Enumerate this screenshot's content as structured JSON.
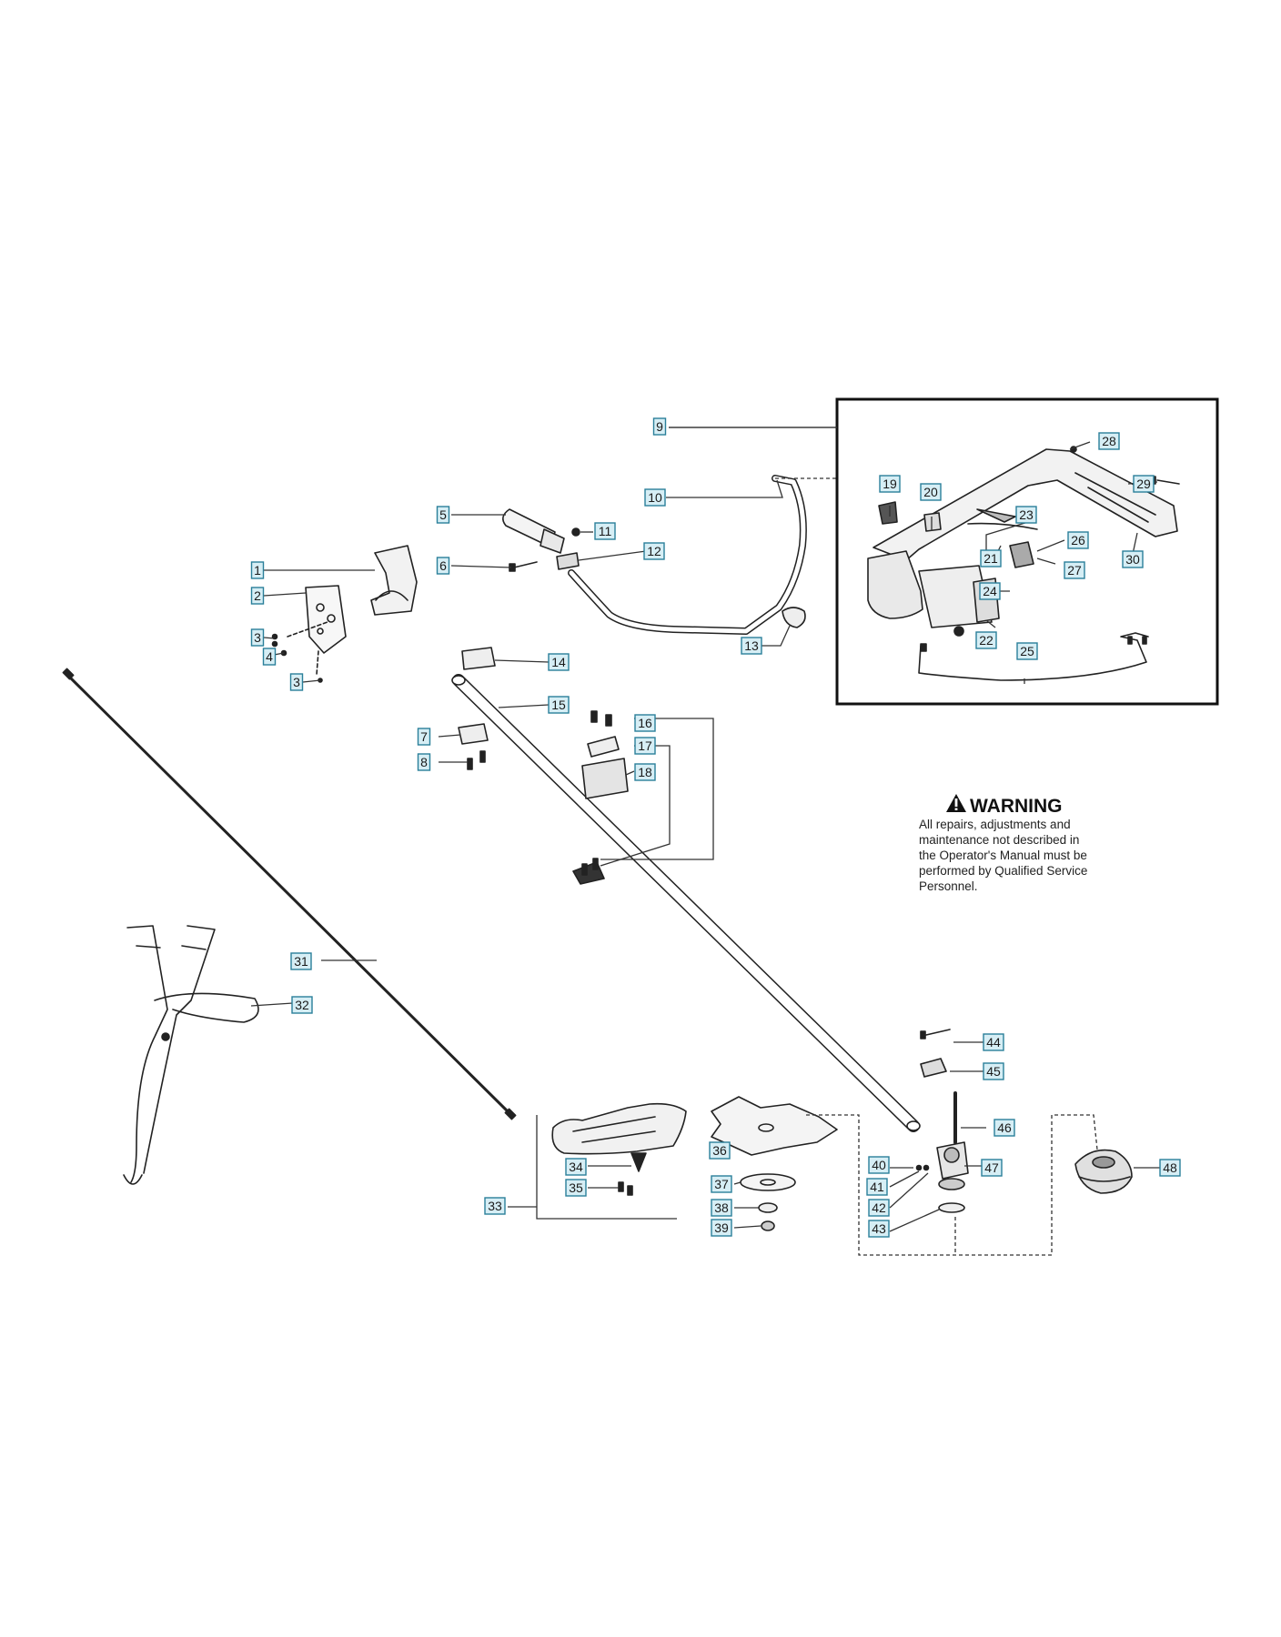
{
  "callouts": [
    {
      "id": "c1",
      "label": "1"
    },
    {
      "id": "c2",
      "label": "2"
    },
    {
      "id": "c3a",
      "label": "3"
    },
    {
      "id": "c3b",
      "label": "3"
    },
    {
      "id": "c4",
      "label": "4"
    },
    {
      "id": "c5",
      "label": "5"
    },
    {
      "id": "c6",
      "label": "6"
    },
    {
      "id": "c7",
      "label": "7"
    },
    {
      "id": "c8",
      "label": "8"
    },
    {
      "id": "c9",
      "label": "9"
    },
    {
      "id": "c10",
      "label": "10"
    },
    {
      "id": "c11",
      "label": "11"
    },
    {
      "id": "c12",
      "label": "12"
    },
    {
      "id": "c13",
      "label": "13"
    },
    {
      "id": "c14",
      "label": "14"
    },
    {
      "id": "c15",
      "label": "15"
    },
    {
      "id": "c16",
      "label": "16"
    },
    {
      "id": "c17",
      "label": "17"
    },
    {
      "id": "c18",
      "label": "18"
    },
    {
      "id": "c19",
      "label": "19"
    },
    {
      "id": "c20",
      "label": "20"
    },
    {
      "id": "c21",
      "label": "21"
    },
    {
      "id": "c22",
      "label": "22"
    },
    {
      "id": "c23",
      "label": "23"
    },
    {
      "id": "c24",
      "label": "24"
    },
    {
      "id": "c25",
      "label": "25"
    },
    {
      "id": "c26",
      "label": "26"
    },
    {
      "id": "c27",
      "label": "27"
    },
    {
      "id": "c28",
      "label": "28"
    },
    {
      "id": "c29",
      "label": "29"
    },
    {
      "id": "c30",
      "label": "30"
    },
    {
      "id": "c31",
      "label": "31"
    },
    {
      "id": "c32",
      "label": "32"
    },
    {
      "id": "c33",
      "label": "33"
    },
    {
      "id": "c34",
      "label": "34"
    },
    {
      "id": "c35",
      "label": "35"
    },
    {
      "id": "c36",
      "label": "36"
    },
    {
      "id": "c37",
      "label": "37"
    },
    {
      "id": "c38",
      "label": "38"
    },
    {
      "id": "c39",
      "label": "39"
    },
    {
      "id": "c40",
      "label": "40"
    },
    {
      "id": "c41",
      "label": "41"
    },
    {
      "id": "c42",
      "label": "42"
    },
    {
      "id": "c43",
      "label": "43"
    },
    {
      "id": "c44",
      "label": "44"
    },
    {
      "id": "c45",
      "label": "45"
    },
    {
      "id": "c46",
      "label": "46"
    },
    {
      "id": "c47",
      "label": "47"
    },
    {
      "id": "c48",
      "label": "48"
    }
  ],
  "warning": {
    "title": "WARNING",
    "lines": [
      "All repairs, adjustments and",
      "maintenance not described in",
      "the Operator's Manual must be",
      "performed by Qualified Service",
      "Personnel."
    ]
  },
  "colors": {
    "callout_fill": "#d6eef5",
    "callout_border": "#2a7f9a",
    "line": "#333333"
  }
}
